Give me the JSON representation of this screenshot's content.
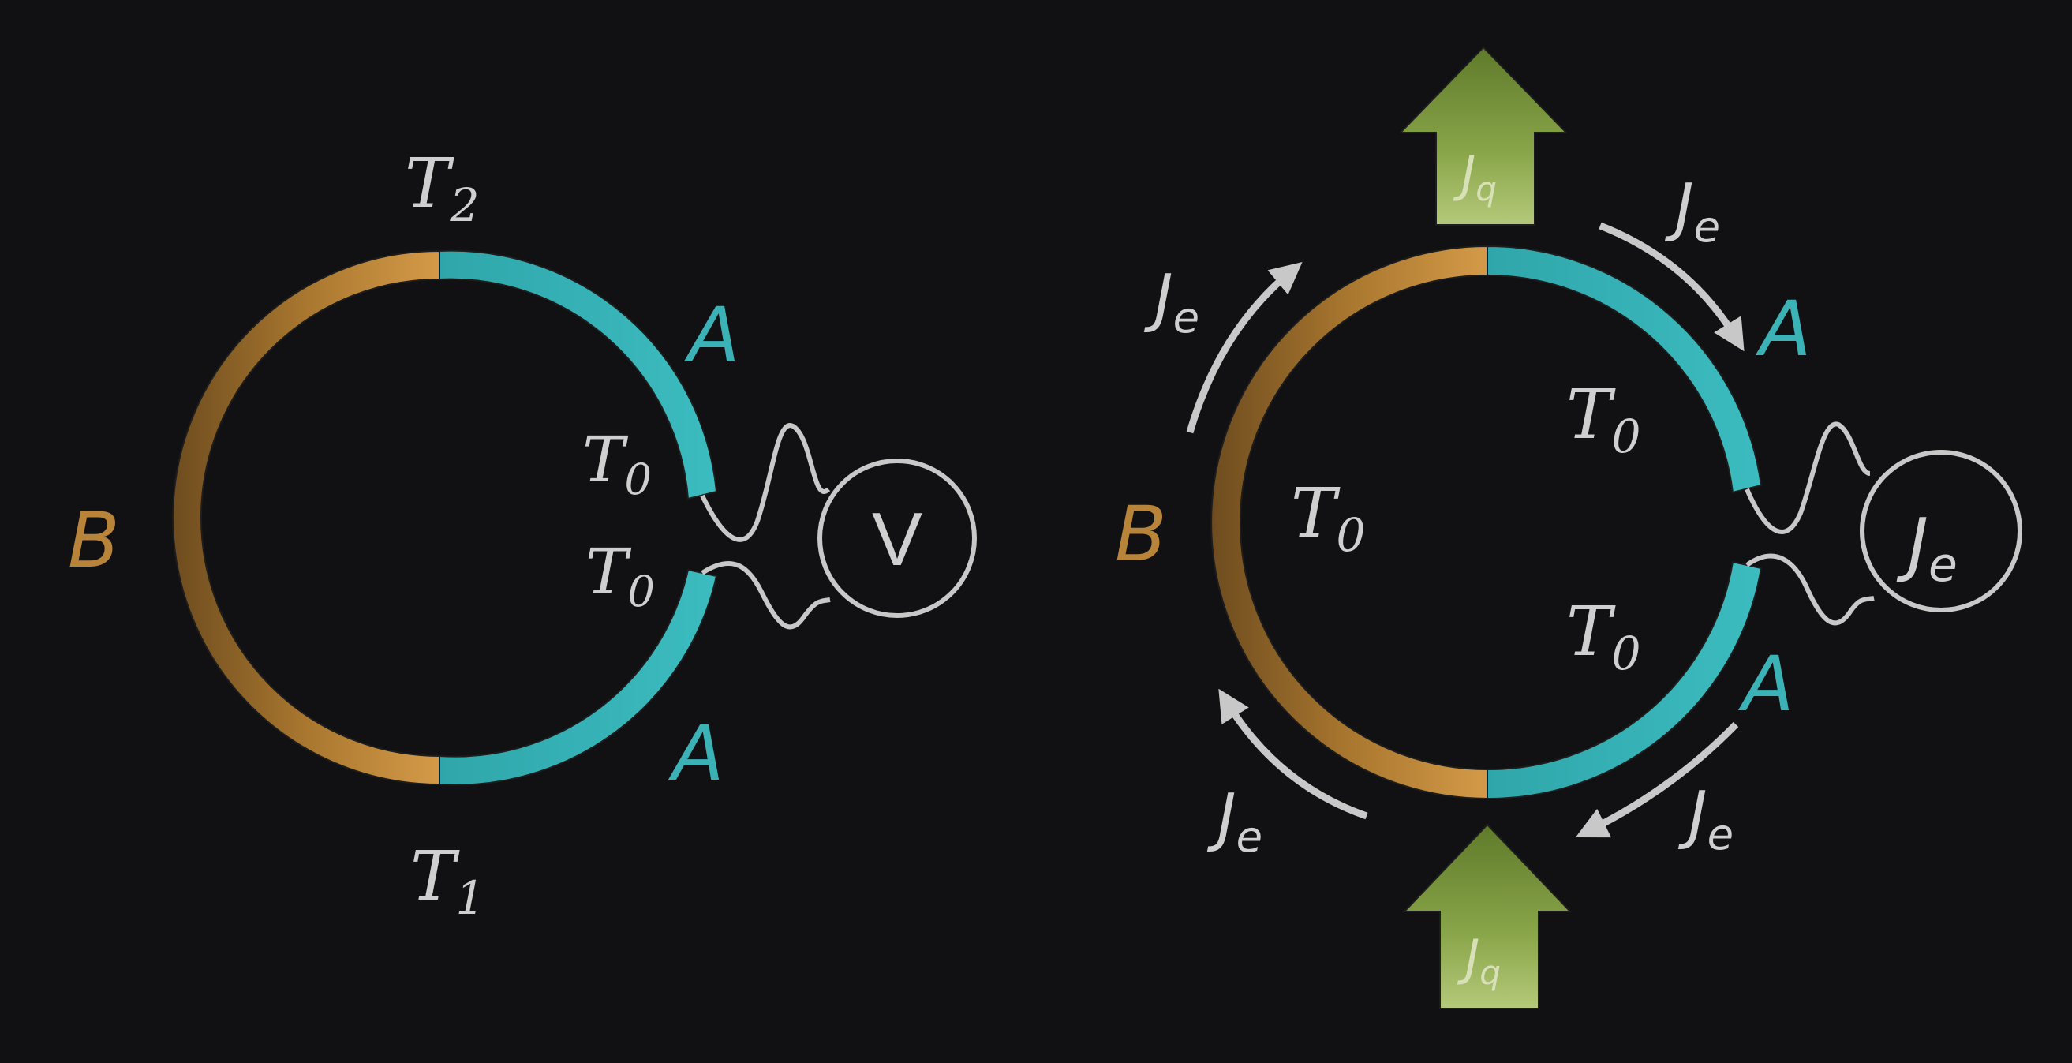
{
  "colors": {
    "background": "#111113",
    "material_A": "#3ab2b6",
    "material_B": "#b8843a",
    "wire": "#c8c8c8",
    "text": "#cfcfcf",
    "arrow_heat": "#7f9a3c"
  },
  "left_diagram": {
    "top_temp": {
      "sym": "T",
      "sub": "2"
    },
    "bottom_temp": {
      "sym": "T",
      "sub": "1"
    },
    "junction_upper_temp": {
      "sym": "T",
      "sub": "0"
    },
    "junction_lower_temp": {
      "sym": "T",
      "sub": "0"
    },
    "label_A_upper": "A",
    "label_A_lower": "A",
    "label_B": "B",
    "meter_label": "V"
  },
  "right_diagram": {
    "heat_flow_top": {
      "sym": "J",
      "sub": "q"
    },
    "heat_flow_bottom": {
      "sym": "J",
      "sub": "q"
    },
    "current_upper_left": {
      "sym": "J",
      "sub": "e"
    },
    "current_upper_right": {
      "sym": "J",
      "sub": "e"
    },
    "current_lower_left": {
      "sym": "J",
      "sub": "e"
    },
    "current_lower_right": {
      "sym": "J",
      "sub": "e"
    },
    "inner_temp_left": {
      "sym": "T",
      "sub": "0"
    },
    "inner_temp_upper": {
      "sym": "T",
      "sub": "0"
    },
    "inner_temp_lower": {
      "sym": "T",
      "sub": "0"
    },
    "label_A_upper": "A",
    "label_A_lower": "A",
    "label_B": "B",
    "meter_label": {
      "sym": "J",
      "sub": "e"
    }
  }
}
